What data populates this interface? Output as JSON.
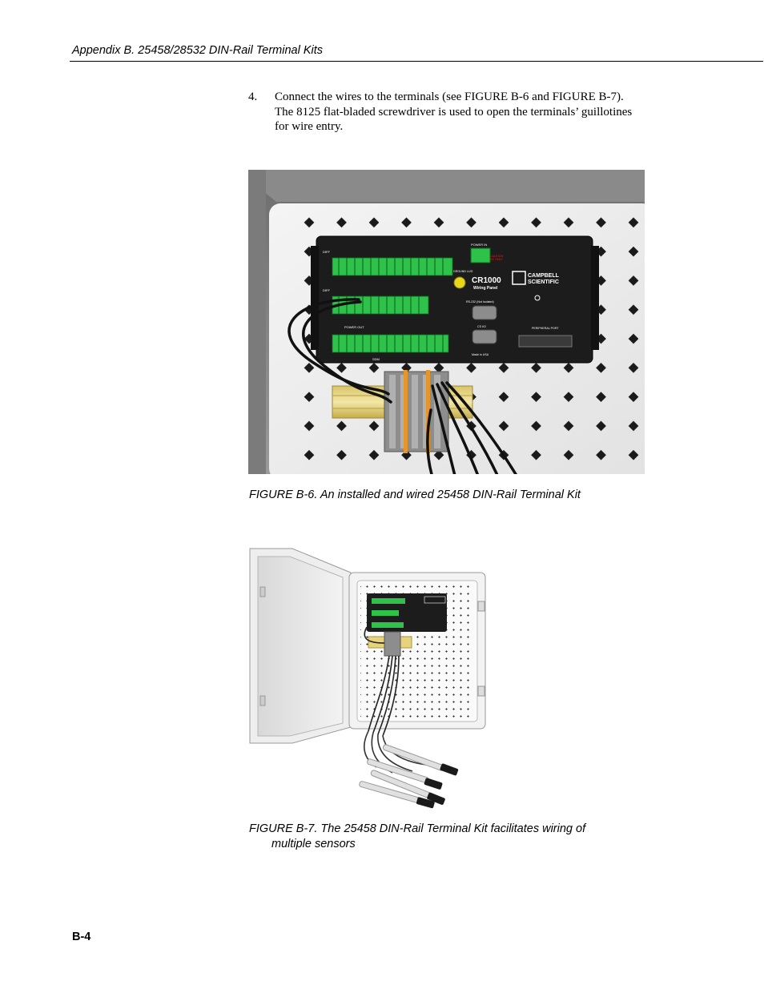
{
  "header": {
    "title": "Appendix B.  25458/28532 DIN-Rail Terminal Kits"
  },
  "step": {
    "number": "4.",
    "line1": "Connect the wires to the terminals (see FIGURE B-6 and FIGURE B-7).",
    "line2": "The 8125 flat-bladed screwdriver is used to open the terminals’ guillotines",
    "line3": "for wire entry."
  },
  "figure1": {
    "caption": "FIGURE B-6.  An installed and wired 25458 DIN-Rail Terminal Kit",
    "labels": {
      "model": "CR1000",
      "subtitle": "Wiring Panel",
      "brand_line1": "CAMPBELL",
      "brand_line2": "SCIENTIFIC",
      "power_in": "POWER IN",
      "caution": "CAUTION",
      "dc_only": "DC ONLY",
      "ground_lug": "GROUND LUG",
      "rs232": "RS-232 (Not Isolated)",
      "csio": "CS I/O",
      "peripheral_port": "PERIPHERAL PORT",
      "made_in": "Made in USA",
      "power_out": "POWER OUT",
      "sdm": "SDM",
      "diff": "DIFF"
    }
  },
  "figure2": {
    "caption_line1": "FIGURE B-7.  The 25458 DIN-Rail Terminal Kit facilitates wiring of",
    "caption_line2": "multiple sensors"
  },
  "footer": {
    "page_number": "B-4"
  }
}
